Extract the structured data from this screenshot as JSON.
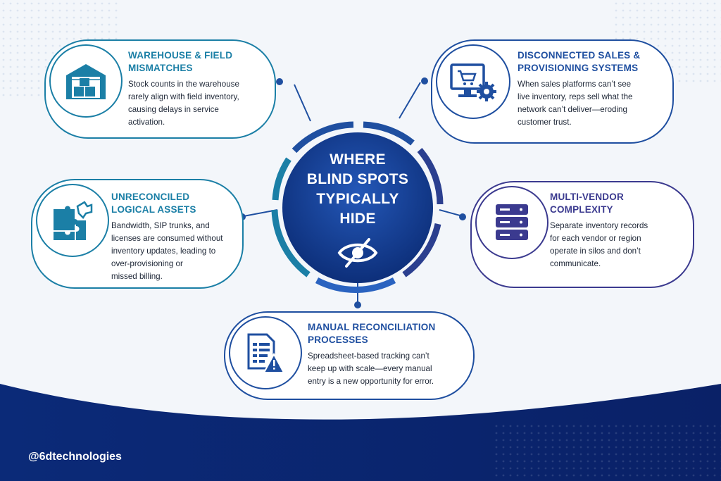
{
  "center": {
    "title_lines": [
      "WHERE",
      "BLIND SPOTS",
      "TYPICALLY",
      "HIDE"
    ]
  },
  "cards": {
    "warehouse": {
      "title_lines": [
        "WAREHOUSE & FIELD",
        "MISMATCHES"
      ],
      "text_lines": [
        "Stock counts in the warehouse",
        "rarely align with field inventory,",
        "causing delays in service",
        "activation."
      ],
      "icon": "warehouse-icon"
    },
    "sales": {
      "title_lines": [
        "DISCONNECTED SALES &",
        "PROVISIONING SYSTEMS"
      ],
      "text_lines": [
        "When sales platforms can’t see",
        "live inventory, reps sell what the",
        "network can’t deliver—eroding",
        "customer trust."
      ],
      "icon": "computer-cart-gear-icon"
    },
    "logical": {
      "title_lines": [
        "UNRECONCILED",
        "LOGICAL ASSETS"
      ],
      "text_lines": [
        "Bandwidth, SIP trunks, and",
        "licenses are consumed without",
        "inventory updates, leading to",
        "over-provisioning or",
        "missed billing."
      ],
      "icon": "puzzle-icon"
    },
    "vendor": {
      "title_lines": [
        "MULTI-VENDOR",
        "COMPLEXITY"
      ],
      "text_lines": [
        "Separate inventory records",
        "for each vendor or region",
        "operate in silos and don’t",
        "communicate."
      ],
      "icon": "server-stack-icon"
    },
    "manual": {
      "title_lines": [
        "MANUAL RECONCILIATION",
        "PROCESSES"
      ],
      "text_lines": [
        "Spreadsheet-based tracking can’t",
        "keep up with scale—every manual",
        "entry is a new opportunity for error."
      ],
      "icon": "document-warning-icon"
    }
  },
  "footer": {
    "handle": "@6dtechnologies"
  },
  "colors": {
    "navy": "#0d2f7a",
    "blue": "#1f4fa0",
    "teal": "#1b7fa6",
    "purple": "#3b3a8f"
  }
}
